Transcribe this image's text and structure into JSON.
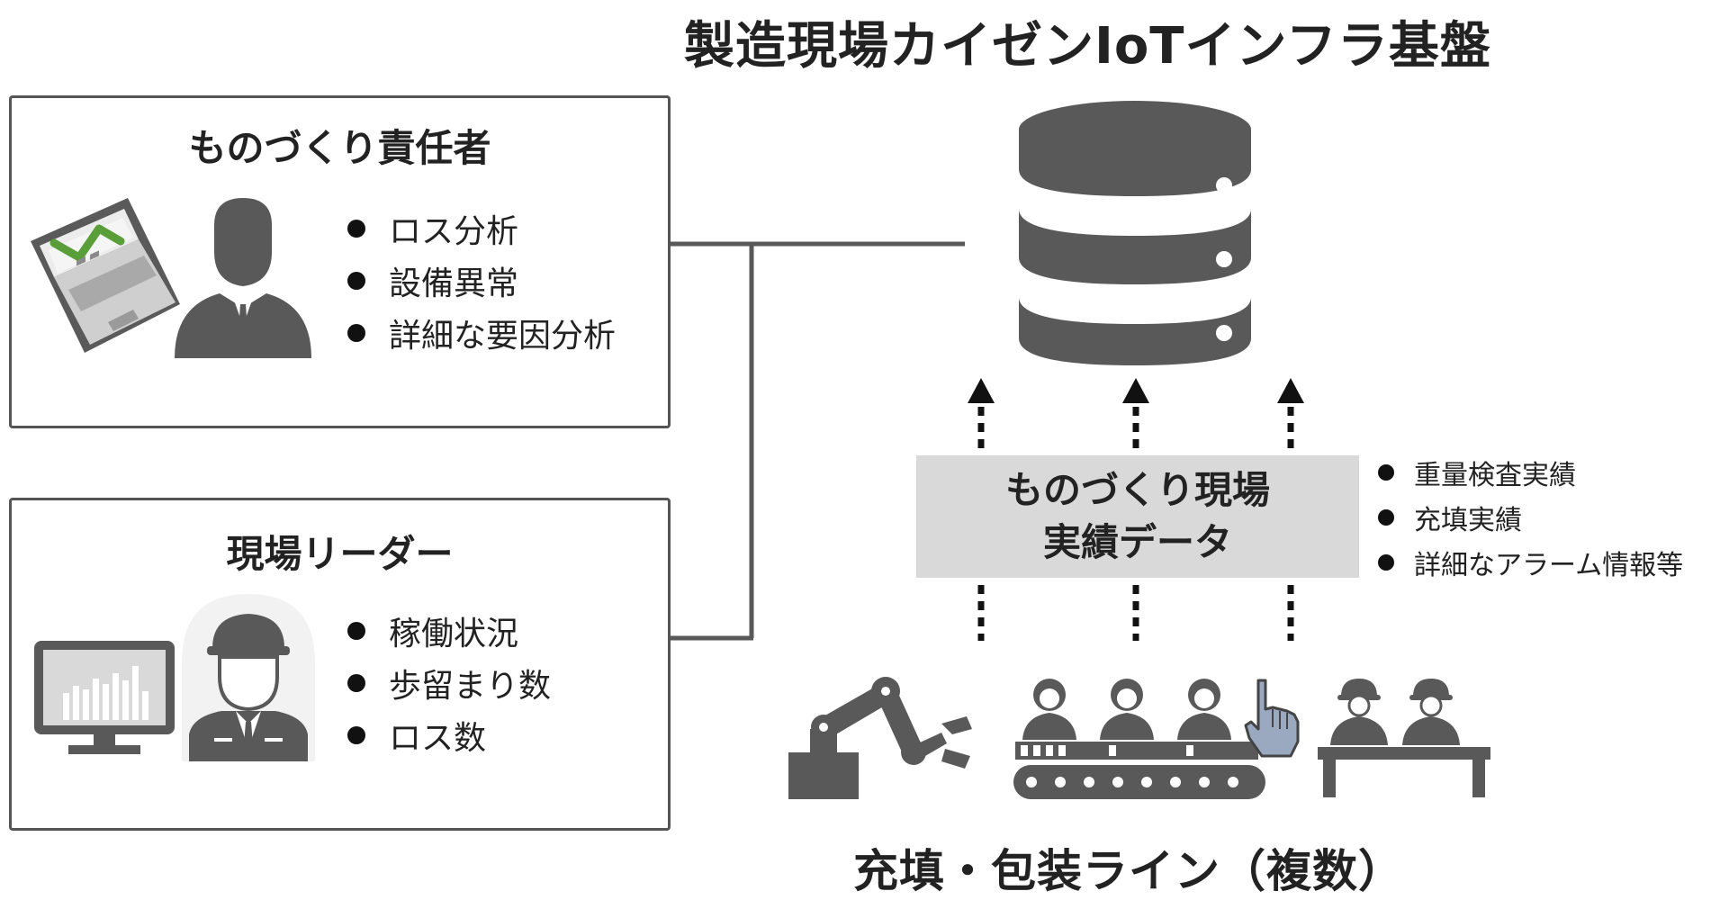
{
  "title": "製造現場カイゼンIoTインフラ基盤",
  "manager_panel": {
    "title": "ものづくり責任者",
    "items": [
      "ロス分析",
      "設備異常",
      "詳細な要因分析"
    ]
  },
  "leader_panel": {
    "title": "現場リーダー",
    "items": [
      "稼働状況",
      "歩留まり数",
      "ロス数"
    ]
  },
  "data_box": {
    "line1": "ものづくり現場",
    "line2": "実績データ",
    "items": [
      "重量検査実績",
      "充填実績",
      "詳細なアラーム情報等"
    ]
  },
  "line_label": "充填・包装ライン（複数）",
  "colors": {
    "icon_gray": "#595959",
    "light_gray": "#d9d9d9",
    "green": "#5a9e3a",
    "hand_blue": "#9aa8c0"
  }
}
